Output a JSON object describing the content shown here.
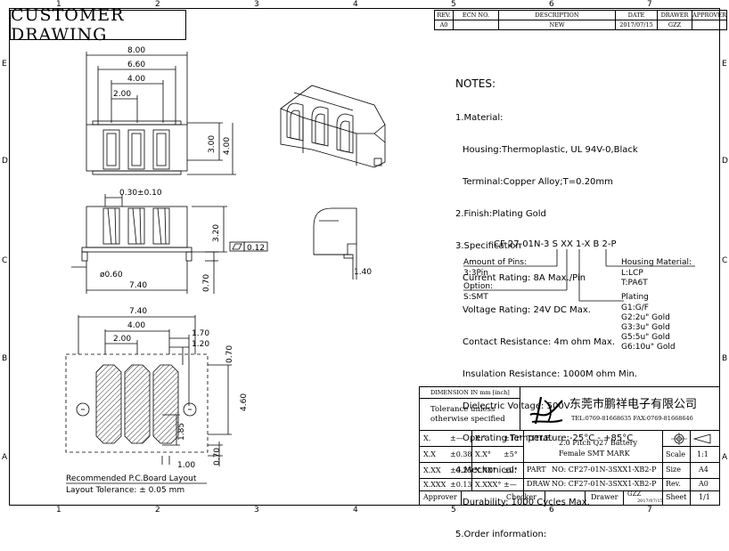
{
  "zones": {
    "cols": [
      "1",
      "2",
      "3",
      "4",
      "5",
      "6",
      "7"
    ],
    "rows": [
      "E",
      "D",
      "C",
      "B",
      "A"
    ]
  },
  "title": "CUSTOMER DRAWING",
  "revision_table": {
    "headers": [
      "REV.",
      "ECN NO.",
      "DESCRIPTION",
      "DATE",
      "DRAWER",
      "APPROVER"
    ],
    "row": [
      "A0",
      "",
      "NEW",
      "2017/07/15",
      "GZZ",
      ""
    ]
  },
  "notes": {
    "heading": "NOTES:",
    "lines": [
      {
        "text": "1.Material:",
        "indent": 0
      },
      {
        "text": "Housing:Thermoplastic, UL 94V-0,Black",
        "indent": 1
      },
      {
        "text": "Terminal:Copper Alloy;T=0.20mm",
        "indent": 1
      },
      {
        "text": "2.Finish:Plating Gold",
        "indent": 0
      },
      {
        "text": "3.Specification",
        "indent": 0
      },
      {
        "text": "Current Rating: 8A Max./Pin",
        "indent": 1
      },
      {
        "text": "Voltage Rating: 24V DC Max.",
        "indent": 1
      },
      {
        "text": "Contact Resistance: 4m ohm Max.",
        "indent": 1
      },
      {
        "text": "Insulation Resistance: 1000M ohm Min.",
        "indent": 1
      },
      {
        "text": "Dielectric Voltage: 500V",
        "indent": 1
      },
      {
        "text": "Operating Temperature:-25°C - +85°C",
        "indent": 1
      },
      {
        "text": "4.Mechonical:",
        "indent": 0
      },
      {
        "text": "Durability: 1000 Cycles Max.",
        "indent": 1
      },
      {
        "text": "5.Order information:",
        "indent": 0
      }
    ]
  },
  "order": {
    "code": "CF 27-01N-3 S XX 1-X B 2-P",
    "pins_label": "Amount of Pins:",
    "pins_value": "3:3Pin",
    "option_label": "Option:",
    "option_value": "S:SMT",
    "housing_label": "Housing Material:",
    "housing_values": [
      "L:LCP",
      "T:PA6T"
    ],
    "plating_label": "Plating",
    "plating_values": [
      "G1:G/F",
      "G2:2u\" Gold",
      "G3:3u\" Gold",
      "G5:5u\" Gold",
      "G6:10u\" Gold"
    ]
  },
  "dims": {
    "top_w1": "8.00",
    "top_w2": "6.60",
    "top_w3": "4.00",
    "top_w4": "2.00",
    "top_h1": "3.00",
    "top_h2": "4.00",
    "front_pin": "0.30±0.10",
    "front_h": "3.20",
    "front_flat": "0.12",
    "front_hole": "ø0.60",
    "front_w": "7.40",
    "front_peg": "0.70",
    "side_h": "1.40",
    "pcb_w1": "7.40",
    "pcb_w2": "4.00",
    "pcb_w3": "2.00",
    "pcb_d1": "1.70",
    "pcb_d2": "1.20",
    "pcb_d3": "0.70",
    "pcb_h": "4.60",
    "pcb_d4": "1.85",
    "pcb_d5": "0.70",
    "pcb_d6": "1.00"
  },
  "layout_caption": "Recommended P.C.Board Layout",
  "tolerance_caption": "Layout Tolerance: ± 0.05 mm",
  "title_block": {
    "dimension": "DIMENSION IN mm [inch]",
    "tolerance1": "Tolerance unless",
    "tolerance2": "otherwise specified",
    "company": "东莞市鹏祥电子有限公司",
    "contact": "TEL:0769-81668635  FAX:0769-81668646",
    "title_label": "TITLE:",
    "title_line1": "2.0 Pitch Q27 Battery",
    "title_line2": "Female SMT MARK",
    "tols": [
      [
        "X.",
        "±—",
        "X.°",
        "±10°"
      ],
      [
        "X.X",
        "±0.38",
        "X.X°",
        "±5°"
      ],
      [
        "X.XX",
        "±0.25",
        "X.XX°",
        "±2°"
      ],
      [
        "X.XXX",
        "±0.13",
        "X.XXX°",
        "±—"
      ]
    ],
    "part_label": "PART",
    "part_no": "NO: CF27-01N-3SXX1-XB2-P",
    "draw_label": "DRAW",
    "draw_no": "NO: CF27-01N-3SXX1-XB2-P",
    "scale_label": "Scale",
    "scale_value": "1:1",
    "size_label": "Size",
    "size_value": "A4",
    "rev_label": "Rev.",
    "rev_value": "A0",
    "sheet_label": "Sheet",
    "sheet_value": "1/1",
    "approver": "Approver",
    "checker": "Checker",
    "drawer": "Drawer",
    "drawer_name": "GZZ",
    "drawer_date": "2017/07/15"
  }
}
